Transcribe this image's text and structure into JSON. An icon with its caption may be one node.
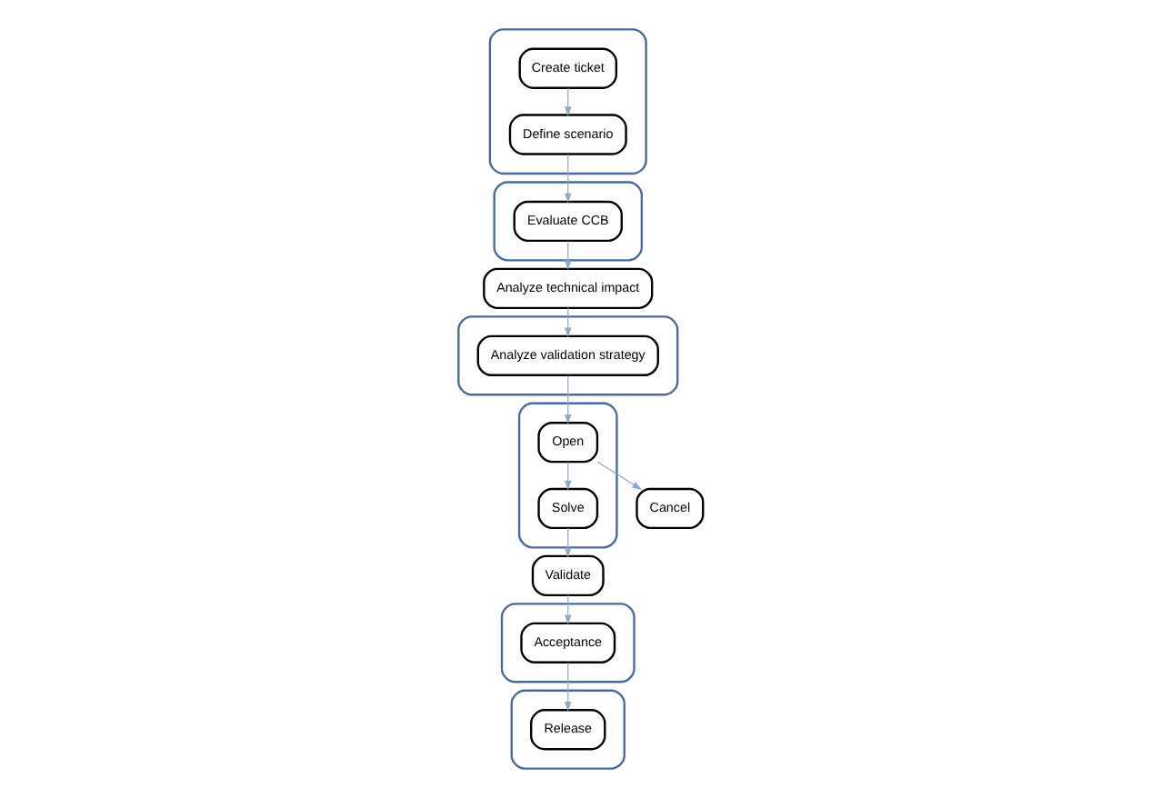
{
  "diagram": {
    "nodes": [
      {
        "text": [],
        "shape": "ellipse"
      },
      {
        "text": [
          "Create ticket"
        ],
        "in": 0
      },
      {
        "text": [
          "Define scenario"
        ],
        "in": 0
      },
      {
        "text": [],
        "shape": "ellipse"
      },
      {
        "text": [
          "Evaluate CCB"
        ],
        "in": 3
      },
      {
        "text": [
          "Analyze technical impact"
        ]
      },
      {
        "text": [],
        "shape": "ellipse"
      },
      {
        "text": [
          "Analyze validation strategy"
        ],
        "in": 6
      },
      {
        "text": [],
        "shape": "ellipse"
      },
      {
        "text": [
          "Open"
        ],
        "in": 8
      },
      {
        "text": [
          "Cancel"
        ]
      },
      {
        "text": [
          "Solve"
        ],
        "in": 8
      },
      {
        "text": [
          "Validate"
        ]
      },
      {
        "text": [],
        "shape": "ellipse"
      },
      {
        "text": [
          "Acceptance"
        ],
        "in": 13
      },
      {
        "text": [],
        "shape": "ellipse"
      },
      {
        "text": [
          "Release"
        ],
        "in": 15
      }
    ],
    "edges": [
      {
        "from": 1,
        "to": 2,
        "arrow": "to"
      },
      {
        "from": 2,
        "to": 4,
        "arrow": "to"
      },
      {
        "from": 4,
        "to": 5,
        "arrow": "to"
      },
      {
        "from": 5,
        "to": 7,
        "arrow": "to"
      },
      {
        "from": 7,
        "to": 9,
        "arrow": "to"
      },
      {
        "from": 9,
        "to": 10,
        "arrow": "to"
      },
      {
        "from": 9,
        "to": 11,
        "arrow": "to"
      },
      {
        "from": 11,
        "to": 12,
        "arrow": "to"
      },
      {
        "from": 12,
        "to": 14,
        "arrow": "to"
      },
      {
        "from": 14,
        "to": 16,
        "arrow": "to"
      }
    ]
  }
}
